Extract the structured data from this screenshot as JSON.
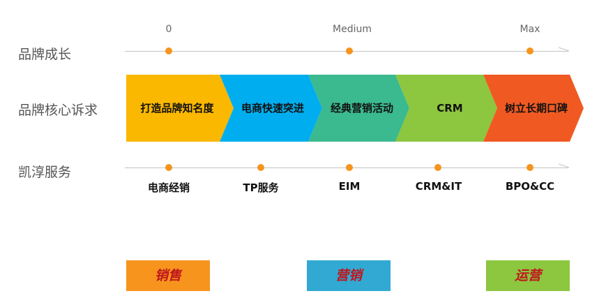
{
  "rows": {
    "brand_growth": "品牌成长",
    "core_demand": "品牌核心诉求",
    "services": "凯淳服务"
  },
  "scale_labels": [
    "0",
    "Medium",
    "Max"
  ],
  "stages": [
    {
      "label": "打造品牌知名度",
      "color": "#fbb800"
    },
    {
      "label": "电商快速突进",
      "color": "#00aeef"
    },
    {
      "label": "经典营销活动",
      "color": "#3bb98f"
    },
    {
      "label": "CRM",
      "color": "#8dc63f"
    },
    {
      "label": "树立长期口碑",
      "color": "#f05a22"
    }
  ],
  "services": [
    "电商经销",
    "TP服务",
    "EIM",
    "CRM&IT",
    "BPO&CC"
  ],
  "bottom_boxes": [
    {
      "label": "销售",
      "color": "#f7941d"
    },
    {
      "label": "营销",
      "color": "#31a9d3"
    },
    {
      "label": "运营",
      "color": "#8dc63f"
    }
  ],
  "colors": {
    "dot": "#f7941d",
    "line": "#c3c3c3"
  }
}
